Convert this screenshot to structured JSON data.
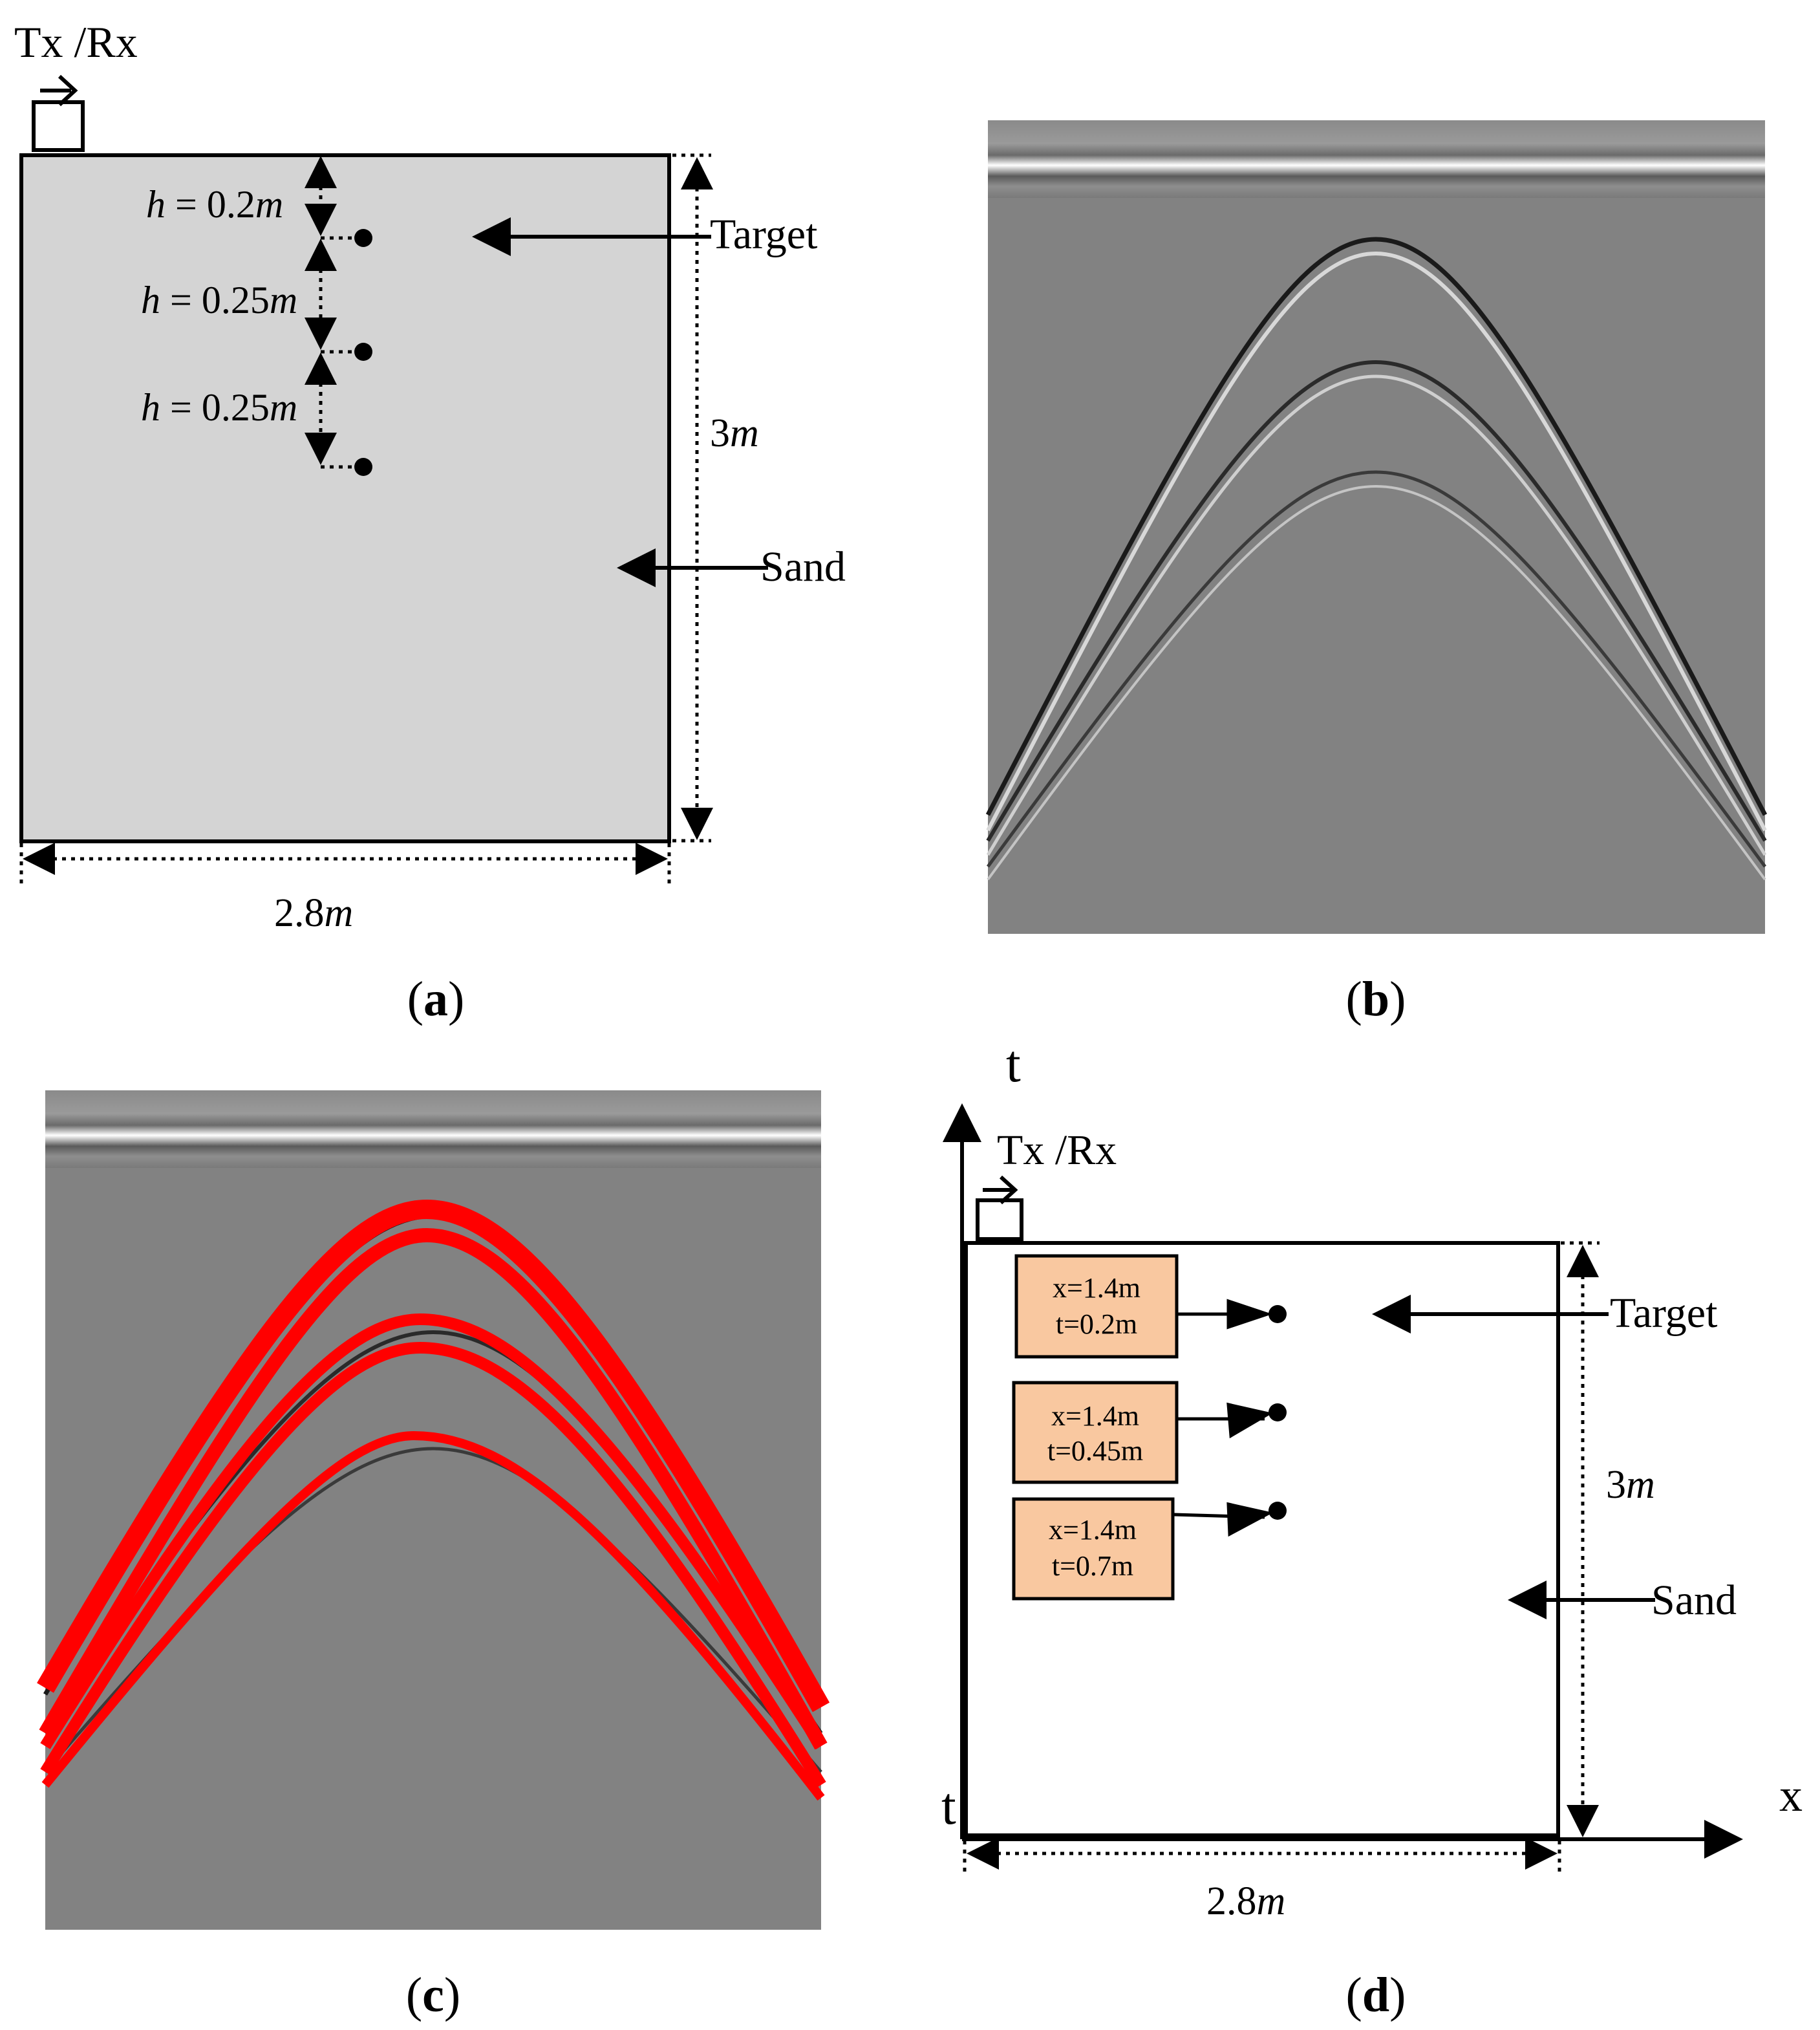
{
  "panel_a": {
    "device_label": "Tx /Rx",
    "depth_labels": [
      {
        "h": "h",
        "eq": "=",
        "value": "0.2",
        "unit": "m"
      },
      {
        "h": "h",
        "eq": "=",
        "value": "0.25",
        "unit": "m"
      },
      {
        "h": "h",
        "eq": "=",
        "value": "0.25",
        "unit": "m"
      }
    ],
    "target_label": "Target",
    "sand_label": "Sand",
    "height_value": "3",
    "height_unit": "m",
    "width_value": "2.8",
    "width_unit": "m",
    "caption_open": "(",
    "caption_letter": "a",
    "caption_close": ")"
  },
  "panel_b": {
    "caption_open": "(",
    "caption_letter": "b",
    "caption_close": ")"
  },
  "panel_c": {
    "caption_open": "(",
    "caption_letter": "c",
    "caption_close": ")",
    "highlight_color": "#ff0000"
  },
  "panel_d": {
    "axis_t_top": "t",
    "axis_t_bottom": "t",
    "axis_x": "x",
    "device_label": "Tx /Rx",
    "boxes": [
      {
        "x_line": "x=1.4m",
        "t_line": "t=0.2m"
      },
      {
        "x_line": "x=1.4m",
        "t_line": "t=0.45m"
      },
      {
        "x_line": "x=1.4m",
        "t_line": "t=0.7m"
      }
    ],
    "box_fill": "#f9c8a0",
    "target_label": "Target",
    "sand_label": "Sand",
    "height_value": "3",
    "height_unit": "m",
    "width_value": "2.8",
    "width_unit": "m",
    "caption_open": "(",
    "caption_letter": "d",
    "caption_close": ")"
  },
  "colors": {
    "sand_fill": "#d4d4d4",
    "radargram_bg": "#828282"
  }
}
